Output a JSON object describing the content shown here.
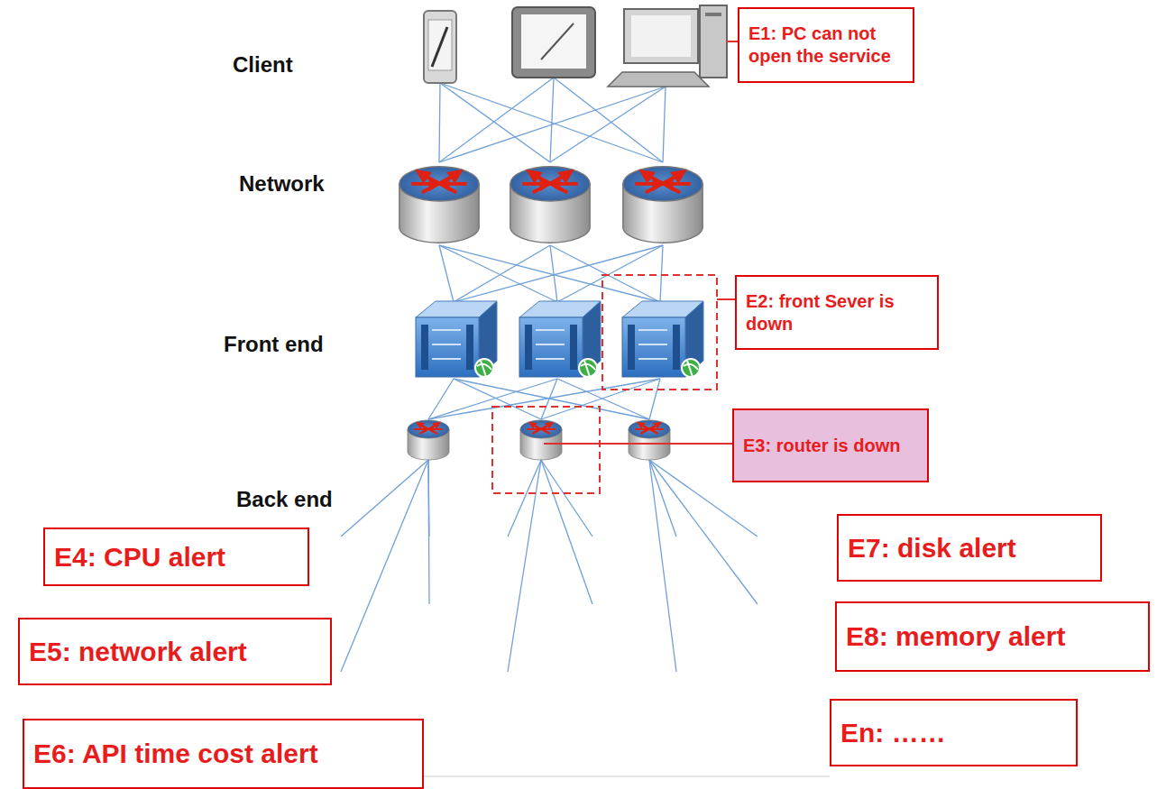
{
  "diagram": {
    "nodes": [
      {
        "text": [
          "E1: PC can not open the service"
        ]
      },
      {
        "text": [
          "E2: front Sever is down"
        ]
      },
      {
        "text": [
          "E3: router is down"
        ]
      },
      {
        "text": [
          "E4: CPU alert"
        ]
      },
      {
        "text": [
          "E7: disk alert"
        ]
      },
      {
        "text": [
          "E5: network alert"
        ]
      },
      {
        "text": [
          "E8: memory alert"
        ]
      },
      {
        "text": [
          "E6: API time cost alert"
        ]
      },
      {
        "text": [
          "En: ……"
        ]
      }
    ],
    "labels": [
      "Client",
      "Network",
      "Front end",
      "Back end"
    ]
  }
}
